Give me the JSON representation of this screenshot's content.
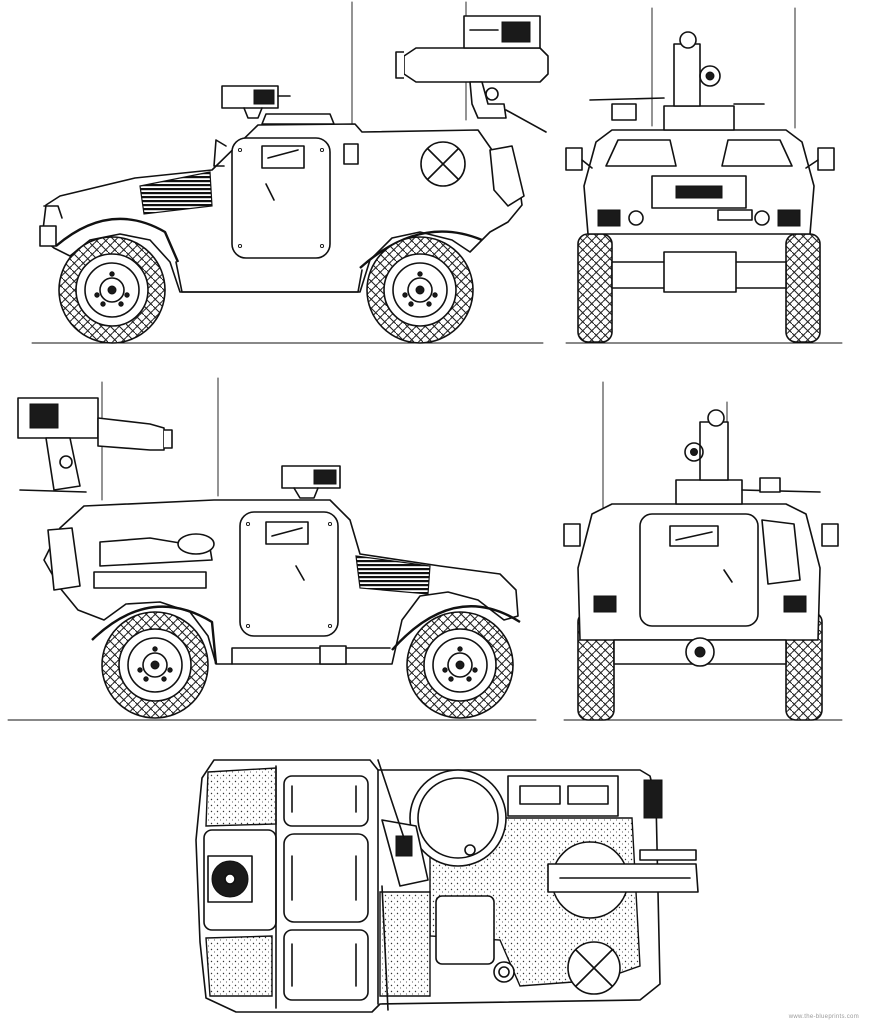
{
  "drawing": {
    "subject": "",
    "views": [
      {
        "id": "left-side"
      },
      {
        "id": "front"
      },
      {
        "id": "right-side"
      },
      {
        "id": "rear"
      },
      {
        "id": "top"
      }
    ]
  },
  "markings": {
    "front_plate_text": "",
    "credit_text": "www.the-blueprints.com"
  },
  "colors": {
    "line": "#111111",
    "paper": "#ffffff",
    "shade": "#1a1a1a"
  }
}
